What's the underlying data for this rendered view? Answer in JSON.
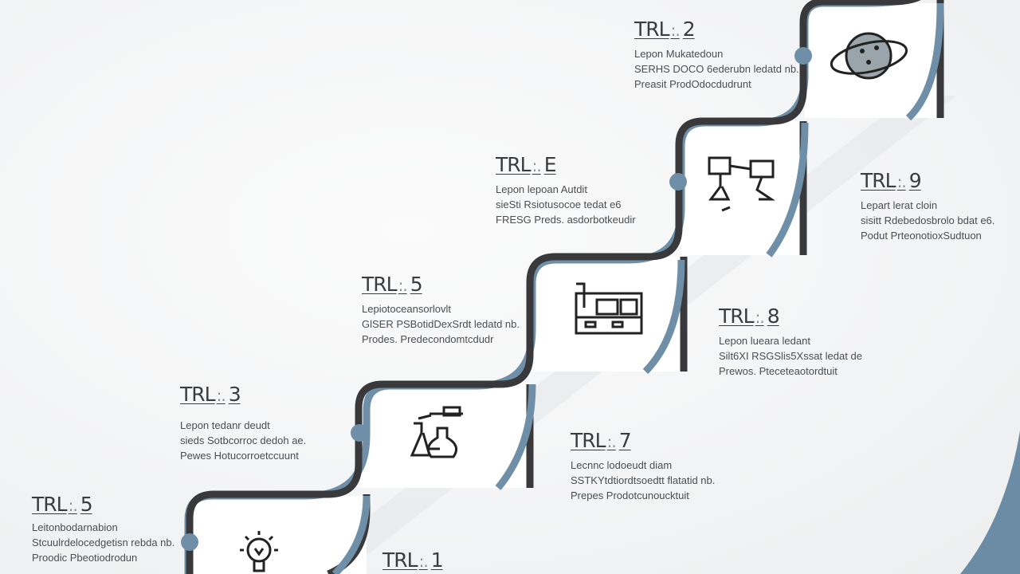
{
  "colors": {
    "track": "#39393b",
    "accent": "#6e8fa7",
    "box": "#ffffff",
    "stripe": "#dcdfe1"
  },
  "stages": [
    {
      "title": "TRL",
      "suffix": "2",
      "lines": [
        "Lepon Mukatedoun",
        "SERHS DOCO 6ederubn ledatd nb.",
        "Preasit ProdOdocdudrunt"
      ],
      "icon": "planet-icon"
    },
    {
      "title": "TRL",
      "suffix": "E",
      "lines": [
        "Lepon lepoan Autdit",
        "sieSti Rsiotusocoe tedat e6",
        "FRESG Preds. asdorbotkeudir"
      ],
      "icon": "robot-arm-icon"
    },
    {
      "title": "TRL",
      "suffix": "5",
      "lines": [
        "Lepiotoceansorlovlt",
        "GlSER PSBotidDexSrdt ledatd nb.",
        "Prodes. Predecondomtcdudr"
      ],
      "icon": "machine-icon"
    },
    {
      "title": "TRL",
      "suffix": "3",
      "lines": [
        "Lepon tedanr deudt",
        "sieds Sotbcorroc dedoh ae.",
        "Pewes Hotucorroetccuunt"
      ],
      "icon": "lab-flask-icon"
    },
    {
      "title": "TRL",
      "suffix": "5",
      "lines": [
        "Leitonbodarnabion",
        "Stcuulrdelocedgetisn rebda nb.",
        "Proodic Pbeotiodrodun"
      ],
      "icon": "lightbulb-icon"
    },
    {
      "title": "TRL",
      "suffix": "1",
      "lines": [],
      "icon": ""
    },
    {
      "title": "TRL",
      "suffix": "7",
      "lines": [
        "Lecnnc lodoeudt diam",
        "SSTKYtdtiordtsoedtt flatatid nb.",
        "Prepes Prodotcunoucktuit"
      ],
      "icon": ""
    },
    {
      "title": "TRL",
      "suffix": "8",
      "lines": [
        "Lepon lueara ledant",
        "Silt6XI RSGSlis5Xssat ledat de",
        "Prewos. Pteceteaotordtuit"
      ],
      "icon": ""
    },
    {
      "title": "TRL",
      "suffix": "9",
      "lines": [
        "Lepart lerat cloin",
        "sisitt Rdebedosbrolo bdat e6.",
        "Podut PrteonotioxSudtuon"
      ],
      "icon": ""
    }
  ]
}
